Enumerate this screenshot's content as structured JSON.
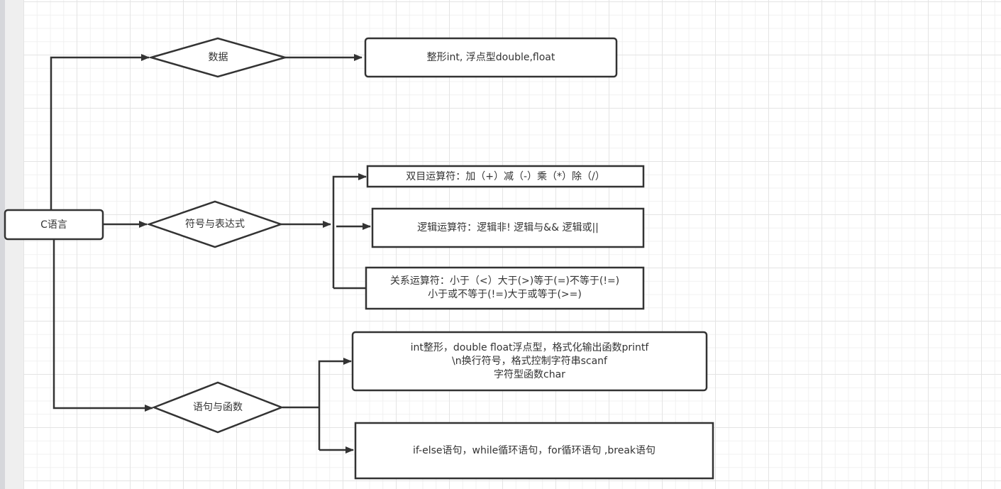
{
  "diagram": {
    "colors": {
      "stroke": "#333333",
      "text": "#333333",
      "fill": "#ffffff",
      "grid_minor": "#f0f0f0",
      "grid_major": "#e4e4e4"
    },
    "nodes": {
      "root": {
        "label": "C语言",
        "shape": "rounded-rectangle"
      },
      "data": {
        "label": "数据",
        "shape": "diamond"
      },
      "symbols": {
        "label": "符号与表达式",
        "shape": "diamond"
      },
      "statements": {
        "label": "语句与函数",
        "shape": "diamond"
      },
      "data_types": {
        "label": "整形int, 浮点型double,float",
        "shape": "rounded-rectangle"
      },
      "binary_ops": {
        "label": "双目运算符：加（+）减（-）乘（*）除（/）",
        "shape": "rectangle"
      },
      "logical_ops": {
        "label": "逻辑运算符：逻辑非! 逻辑与&&  逻辑或||",
        "shape": "rectangle"
      },
      "relational_ops": {
        "label": "关系运算符：小于（<）大于(>)等于(=)不等于(!=)\n小于或不等于(!=)大于或等于(>=)",
        "shape": "rectangle"
      },
      "types_io": {
        "label": "int整形，double  float浮点型，格式化输出函数printf\n\\n换行符号，格式控制字符串scanf\n字符型函数char",
        "shape": "rounded-rectangle"
      },
      "control_flow": {
        "label": "if-else语句，while循环语句，for循环语句 ,break语句",
        "shape": "rectangle"
      }
    },
    "edges": [
      {
        "from": "root",
        "to": "data"
      },
      {
        "from": "root",
        "to": "symbols"
      },
      {
        "from": "root",
        "to": "statements"
      },
      {
        "from": "data",
        "to": "data_types"
      },
      {
        "from": "symbols",
        "to": "binary_ops"
      },
      {
        "from": "symbols",
        "to": "logical_ops"
      },
      {
        "from": "symbols",
        "to": "relational_ops"
      },
      {
        "from": "statements",
        "to": "types_io"
      },
      {
        "from": "statements",
        "to": "control_flow"
      }
    ]
  }
}
